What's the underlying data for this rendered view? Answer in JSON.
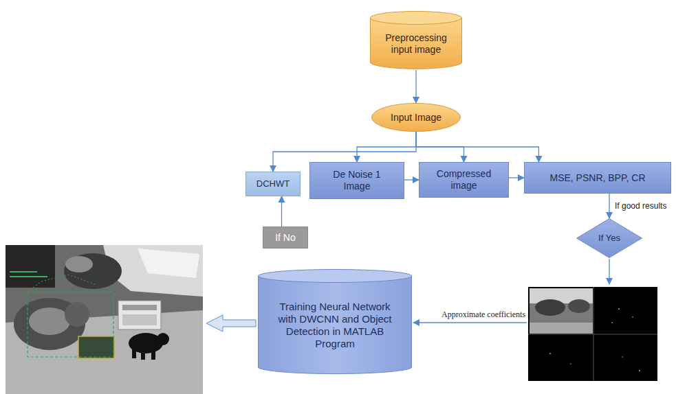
{
  "diagram": {
    "nodes": [
      {
        "text": [
          "Preprocessing input image"
        ]
      },
      {
        "text": [
          "Input Image"
        ]
      },
      {
        "text": [
          "DCHWT"
        ]
      },
      {
        "text": [
          "De Noise 1 Image"
        ]
      },
      {
        "text": [
          "Compressed image"
        ]
      },
      {
        "text": [
          "MSE, PSNR, BPP, CR"
        ]
      },
      {
        "text": [
          "If No"
        ]
      },
      {
        "text": [
          "If Yes"
        ]
      },
      {
        "text": [
          "Training Neural Network with DWCNN and Object Detection in MATLAB Program"
        ]
      }
    ],
    "edges": [
      {
        "from": 0,
        "to": 1,
        "arrow": "to"
      },
      {
        "from": 1,
        "to": 2,
        "arrow": "to"
      },
      {
        "from": 1,
        "to": 3,
        "arrow": "to"
      },
      {
        "from": 1,
        "to": 4,
        "arrow": "to"
      },
      {
        "from": 1,
        "to": 5,
        "arrow": "to"
      },
      {
        "from": 3,
        "to": 4,
        "arrow": "to"
      },
      {
        "from": 4,
        "to": 5,
        "arrow": "to"
      },
      {
        "from": 6,
        "to": 2,
        "arrow": "to"
      },
      {
        "from": 5,
        "to": 7,
        "arrow": "to",
        "label": "If good results"
      }
    ],
    "labels": [
      "Approximate coefficients"
    ]
  }
}
